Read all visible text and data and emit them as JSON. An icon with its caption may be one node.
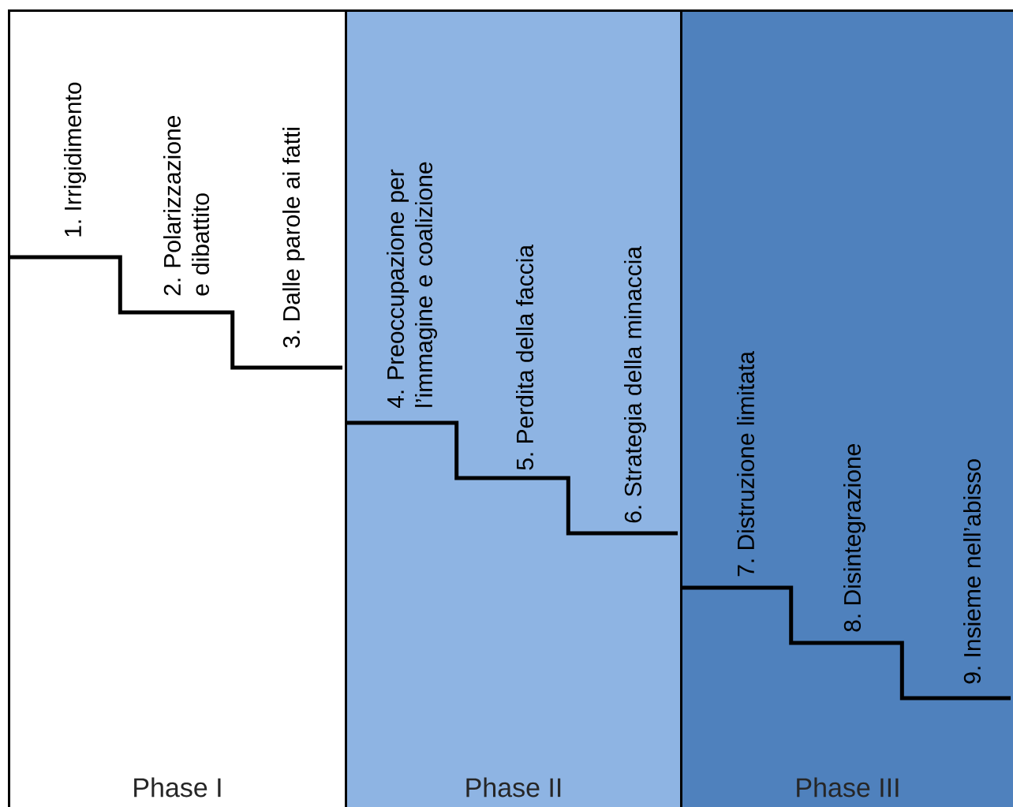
{
  "diagram": {
    "nodes": [
      {
        "text": [
          "Phase I"
        ]
      },
      {
        "text": [
          "Phase II"
        ]
      },
      {
        "text": [
          "Phase III"
        ]
      }
    ],
    "labels": [
      "1. Irrigidimento",
      "2. Polarizzazione e dibattito",
      "3. Dalle parole ai fatti",
      "4. Preoccupazione per l’immagine e coalizione",
      "5. Perdita della faccia",
      "6. Strategia della minaccia",
      "7. Distruzione limitata",
      "8. Disintegrazione",
      "9. Insieme nell’abisso"
    ]
  }
}
